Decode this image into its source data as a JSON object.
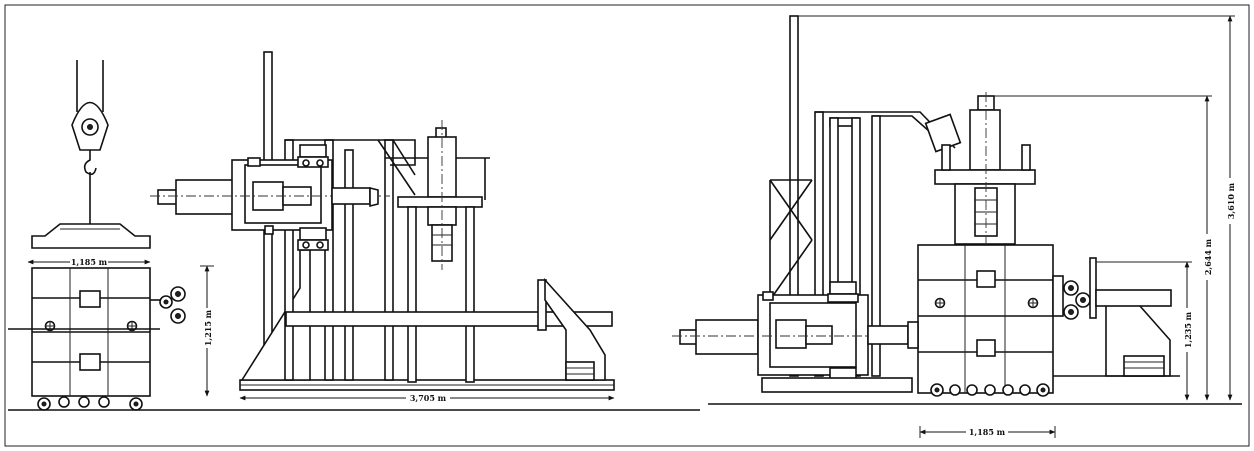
{
  "drawing": {
    "views": [
      {
        "id": "module-lifted",
        "width_dim": "1,185 m",
        "height_dim": "1,215 m"
      },
      {
        "id": "test-rig-side",
        "length_dim": "3,705 m"
      },
      {
        "id": "test-rig-assembled",
        "overall_height_dim": "3,610 m",
        "upper_height_dim": "2,644 m",
        "module_height_dim": "1,235 m",
        "module_width_dim": "1,185 m"
      }
    ]
  }
}
